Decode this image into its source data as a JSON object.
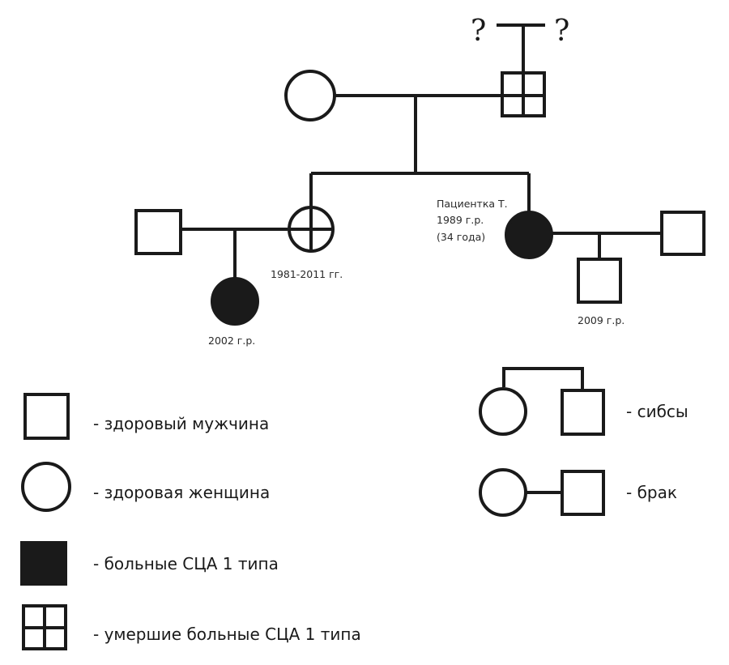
{
  "pedigree": {
    "grandparents_unknown": {
      "left_mark": "?",
      "right_mark": "?"
    },
    "generation1": {
      "mother": {
        "sex": "female",
        "status": "healthy"
      },
      "father": {
        "sex": "male",
        "status": "deceased-affected"
      }
    },
    "generation2": {
      "sister": {
        "sex": "female",
        "status": "deceased-affected",
        "label": "1981-2011 гг."
      },
      "sister_spouse": {
        "sex": "male",
        "status": "healthy"
      },
      "proband": {
        "sex": "female",
        "status": "affected",
        "label_line1": "Пациентка Т.",
        "label_line2": "1989 г.р.",
        "label_line3": "(34 года)"
      },
      "proband_spouse": {
        "sex": "male",
        "status": "healthy"
      }
    },
    "generation3": {
      "niece": {
        "sex": "female",
        "status": "affected",
        "label": "2002 г.р."
      },
      "son": {
        "sex": "male",
        "status": "healthy",
        "label": "2009 г.р."
      }
    }
  },
  "legend": {
    "healthy_male": "- здоровый мужчина",
    "healthy_female": "- здоровая женщина",
    "affected": "- больные СЦА 1 типа",
    "deceased_affected": "- умершие больные СЦА 1 типа",
    "siblings": "- сибсы",
    "marriage": "- брак"
  },
  "colors": {
    "ink": "#1a1a1a",
    "background": "#ffffff"
  }
}
